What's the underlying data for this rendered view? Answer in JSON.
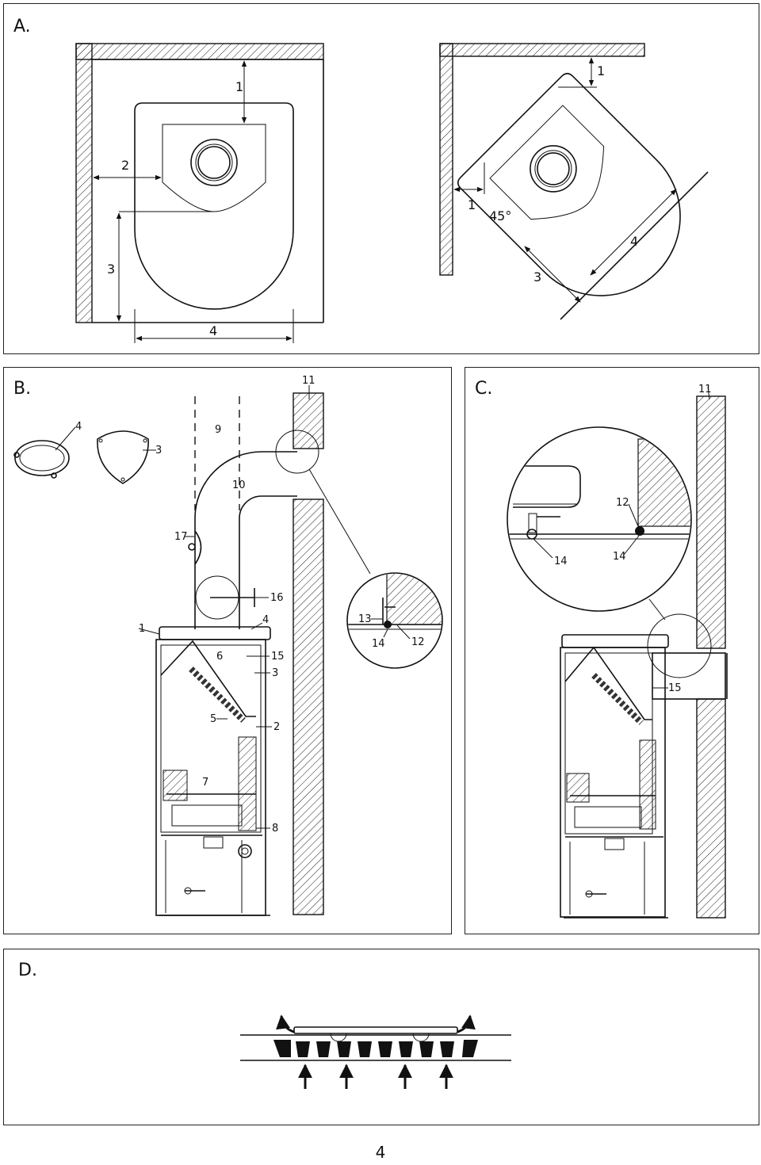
{
  "panels": {
    "a": {
      "label": "A.",
      "callouts": {
        "d1": "1",
        "d2": "2",
        "d3": "3",
        "d4": "4",
        "r1a": "1",
        "r1b": "1",
        "r3": "3",
        "r4": "4",
        "angle": "45°"
      }
    },
    "b": {
      "label": "B.",
      "callouts": {
        "n1": "1",
        "n2": "2",
        "n3": "3",
        "n3b": "3",
        "n4": "4",
        "n4b": "4",
        "n5": "5",
        "n6": "6",
        "n7": "7",
        "n8": "8",
        "n9": "9",
        "n10": "10",
        "n11": "11",
        "n12": "12",
        "n13": "13",
        "n14": "14",
        "n15": "15",
        "n16": "16",
        "n17": "17"
      }
    },
    "c": {
      "label": "C.",
      "callouts": {
        "n11": "11",
        "n12": "12",
        "n14a": "14",
        "n14b": "14",
        "n15": "15"
      }
    },
    "d": {
      "label": "D."
    }
  },
  "page_number": "4"
}
